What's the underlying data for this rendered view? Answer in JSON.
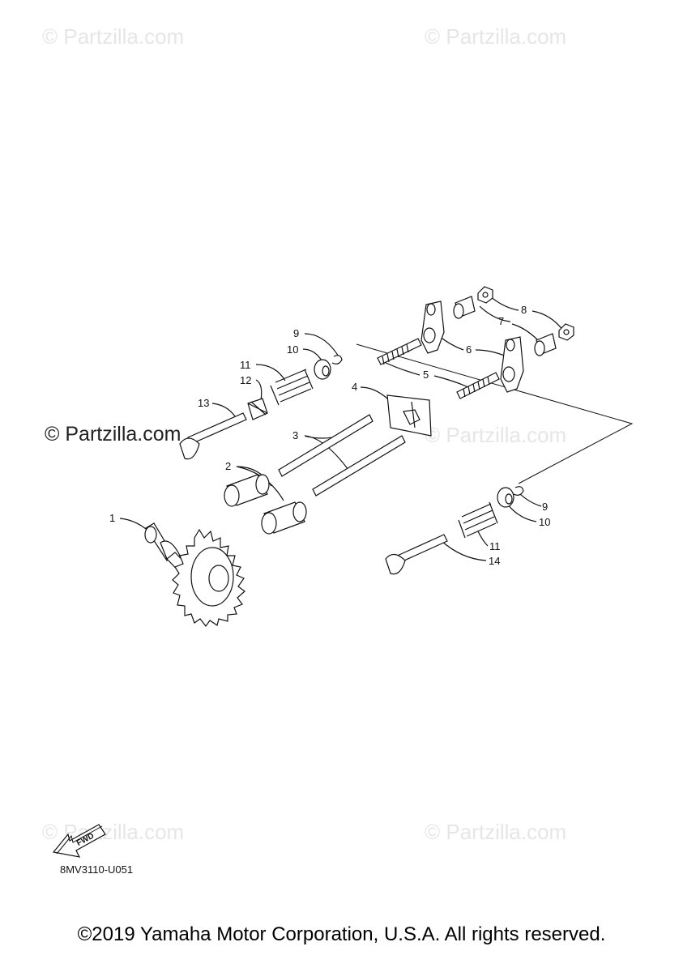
{
  "watermarks": {
    "top_left": "© Partzilla.com",
    "top_right": "© Partzilla.com",
    "mid_left": "© Partzilla.com",
    "mid_right": "© Partzilla.com",
    "bottom_left": "© Partzilla.com",
    "bottom_right": "© Partzilla.com"
  },
  "callouts": {
    "c1": "1",
    "c2": "2",
    "c3": "3",
    "c4": "4",
    "c5": "5",
    "c6": "6",
    "c7": "7",
    "c8": "8",
    "c9a": "9",
    "c9b": "9",
    "c10a": "10",
    "c10b": "10",
    "c11a": "11",
    "c11b": "11",
    "c12": "12",
    "c13": "13",
    "c14": "14"
  },
  "fwd_label": "FWD",
  "diagram_code": "8MV3110-U051",
  "copyright": "©2019 Yamaha Motor Corporation, U.S.A. All rights reserved."
}
